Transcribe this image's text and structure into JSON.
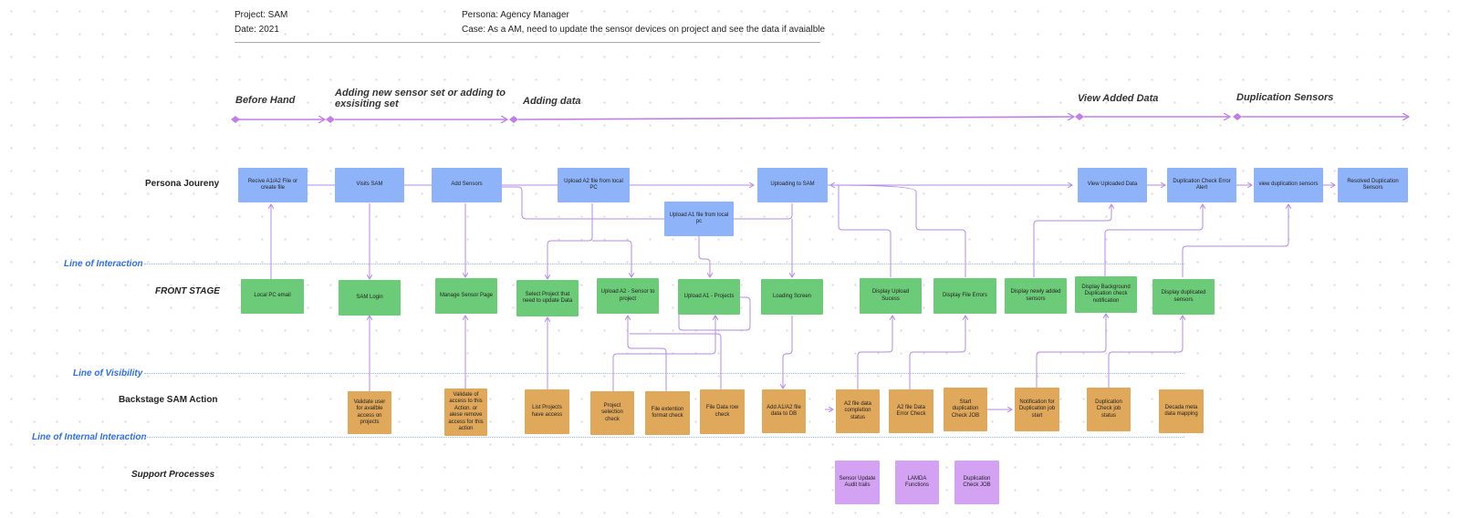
{
  "header": {
    "project": "Project: SAM",
    "date": "Date:   2021",
    "persona": "Persona: Agency Manager",
    "case": "Case: As a AM, need to update the sensor devices on project and see the data if avaialble"
  },
  "phases": [
    {
      "id": "p1",
      "label": "Before Hand"
    },
    {
      "id": "p2",
      "label": "Adding new sensor set or adding to exsisiting set"
    },
    {
      "id": "p3",
      "label": "Adding data"
    },
    {
      "id": "p4",
      "label": "View Added Data"
    },
    {
      "id": "p5",
      "label": "Duplication Sensors"
    }
  ],
  "rows": {
    "persona": "Persona Joureny",
    "front": "FRONT STAGE",
    "backstage": "Backstage SAM Action",
    "support": "Support Processes"
  },
  "lines": {
    "interaction": "Line of Interaction",
    "visibility": "Line of Visibility",
    "internal": "Line of Internal Interaction"
  },
  "persona_cards": [
    {
      "id": "pj1",
      "text": "Recive A1/A2 File or create file"
    },
    {
      "id": "pj2",
      "text": "Visits SAM"
    },
    {
      "id": "pj3",
      "text": "Add Sensors"
    },
    {
      "id": "pj4",
      "text": "Upload A2 file from local PC"
    },
    {
      "id": "pj5",
      "text": "Upload A1 file from local pc"
    },
    {
      "id": "pj6",
      "text": "Uploading to SAM"
    },
    {
      "id": "pj7",
      "text": "View Uploaded Data"
    },
    {
      "id": "pj8",
      "text": "Duplication Check Error Alert"
    },
    {
      "id": "pj9",
      "text": "view duplication sensors"
    },
    {
      "id": "pj10",
      "text": "Resolved Duplication Sensors"
    }
  ],
  "front_cards": [
    {
      "id": "fs1",
      "text": "Local PC email"
    },
    {
      "id": "fs2",
      "text": "SAM Login"
    },
    {
      "id": "fs3",
      "text": "Manage Sensor Page"
    },
    {
      "id": "fs4",
      "text": "Select Project that need to update Data"
    },
    {
      "id": "fs5",
      "text": "Upload A2 - Sensor to project"
    },
    {
      "id": "fs6",
      "text": "Upload A1 - Projects"
    },
    {
      "id": "fs7",
      "text": "Loading Screen"
    },
    {
      "id": "fs8",
      "text": "Display Upload Sucess"
    },
    {
      "id": "fs9",
      "text": "Display File Errors"
    },
    {
      "id": "fs10",
      "text": "Display newly added sensors"
    },
    {
      "id": "fs11",
      "text": "Display Background Duplication check notification"
    },
    {
      "id": "fs12",
      "text": "Display duplicated sensors"
    }
  ],
  "backstage_cards": [
    {
      "id": "bs1",
      "text": "Validate user for availble access on projects"
    },
    {
      "id": "bs2",
      "text": "Validate of access to this Action. or alese remove access for this action"
    },
    {
      "id": "bs3",
      "text": "List Projects have access"
    },
    {
      "id": "bs4",
      "text": "Project selection check"
    },
    {
      "id": "bs5",
      "text": "File extention format check"
    },
    {
      "id": "bs6",
      "text": "File Data row check"
    },
    {
      "id": "bs7",
      "text": "Add A1/A2 file data to DB"
    },
    {
      "id": "bs8",
      "text": "A2 file data completion status"
    },
    {
      "id": "bs9",
      "text": "A2 file Data Error Check"
    },
    {
      "id": "bs10",
      "text": "Start duplication Check JOB"
    },
    {
      "id": "bs11",
      "text": "Notification for Duplication job start"
    },
    {
      "id": "bs12",
      "text": "Duplication Check job status"
    },
    {
      "id": "bs13",
      "text": "Decada meta data mapping"
    }
  ],
  "support_cards": [
    {
      "id": "sp1",
      "text": "Sensor Update Audit trails"
    },
    {
      "id": "sp2",
      "text": "LAMDA Functions"
    },
    {
      "id": "sp3",
      "text": "Duplication Check JOB"
    }
  ],
  "colors": {
    "persona": "#8fb3f9",
    "front": "#6ccb78",
    "backstage": "#e0a85a",
    "support": "#d3a2f3",
    "connector": "#b58ae6",
    "line_label": "#2f6fe0"
  }
}
